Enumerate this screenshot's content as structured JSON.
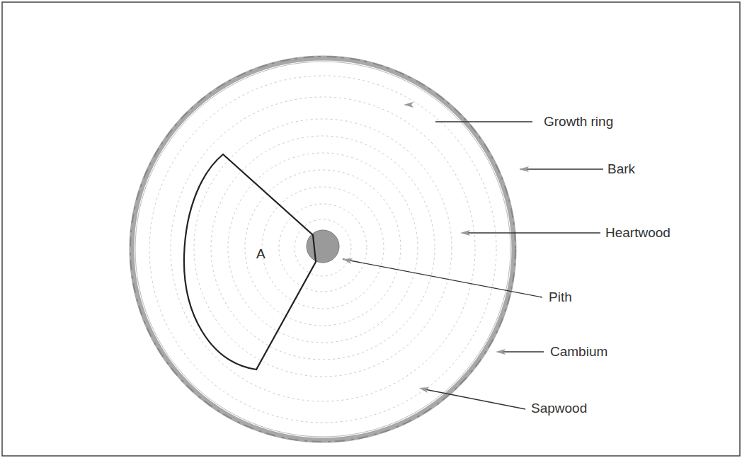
{
  "diagram": {
    "nodes": [
      {
        "text": [
          "A"
        ]
      }
    ],
    "labels": [
      "Growth ring",
      "Bark",
      "Heartwood",
      "Pith",
      "Cambium",
      "Sapwood"
    ]
  }
}
